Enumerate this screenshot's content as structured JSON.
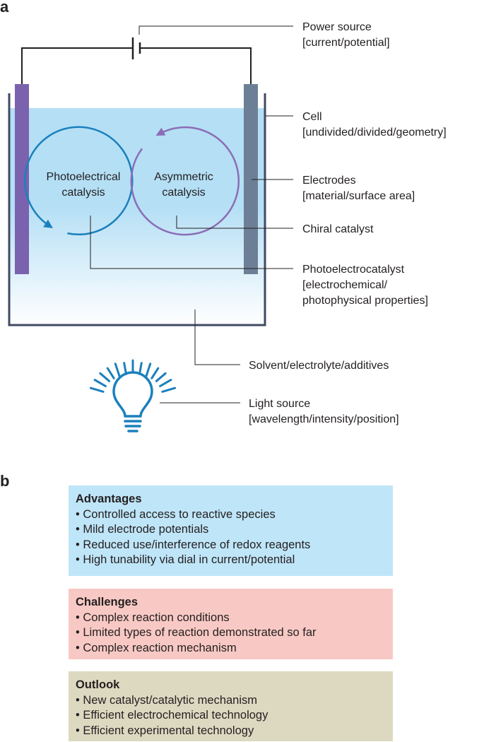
{
  "panel_a": {
    "letter": "a",
    "colors": {
      "cell_fill_top": "#b4dff5",
      "cell_fill_bottom": "#ffffff",
      "cell_outline": "#404a63",
      "left_electrode": "#7a62ae",
      "right_electrode": "#6d7f96",
      "photo_cycle": "#1b80bd",
      "asym_cycle": "#8c6db5",
      "bulb": "#1b80bd",
      "leader_lines": "#231f20"
    },
    "cycles": {
      "photo": {
        "line1": "Photoelectrical",
        "line2": "catalysis",
        "icon": "circular-arrow-icon"
      },
      "asym": {
        "line1": "Asymmetric",
        "line2": "catalysis",
        "icon": "circular-arrow-icon"
      }
    },
    "labels": {
      "power": {
        "line1": "Power source",
        "line2": "[current/potential]"
      },
      "cell": {
        "line1": "Cell",
        "line2": "[undivided/divided/geometry]"
      },
      "electrodes": {
        "line1": "Electrodes",
        "line2": "[material/surface area]"
      },
      "chiral": {
        "line1": "Chiral catalyst"
      },
      "photoelectro": {
        "line1": "Photoelectrocatalyst",
        "line2": "[electrochemical/",
        "line3": "photophysical properties]"
      },
      "solvent": {
        "line1": "Solvent/electrolyte/additives"
      },
      "light": {
        "line1": "Light source",
        "line2": "[wavelength/intensity/position]",
        "icon": "lightbulb-icon"
      }
    }
  },
  "panel_b": {
    "letter": "b",
    "advantages": {
      "title": "Advantages",
      "color": "#bfe5f8",
      "items": [
        "• Controlled access to reactive species",
        "• Mild electrode potentials",
        "• Reduced use/interference of redox reagents",
        "• High tunability via dial in current/potential"
      ]
    },
    "challenges": {
      "title": "Challenges",
      "color": "#f8c9c4",
      "items": [
        "• Complex reaction conditions",
        "• Limited types of reaction demonstrated so far",
        "• Complex reaction mechanism"
      ]
    },
    "outlook": {
      "title": "Outlook",
      "color": "#ddd9c1",
      "items": [
        "• New catalyst/catalytic mechanism",
        "• Efficient electrochemical technology",
        "• Efficient experimental technology"
      ]
    }
  }
}
